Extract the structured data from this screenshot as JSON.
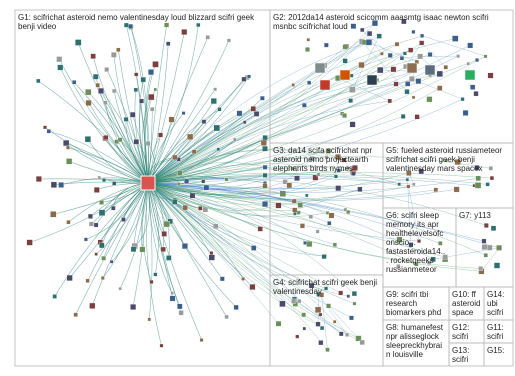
{
  "graph": {
    "edge_color_inter": "#2e8b57",
    "edge_color_intra": "#1f7a6e",
    "edge_color_blue": "#2a74b8",
    "box_border_color": "#b8b8b8",
    "groups": [
      {
        "id": "G1",
        "label": "G1: scifrichat asteroid nemo valentinesday loud blizzard scifri geek benji video",
        "hub_color": "#d9534f"
      },
      {
        "id": "G2",
        "label": "G2: 2012da14 asteroid scicomm aaasmtg isaac newton scifri msnbc scifrichat loud"
      },
      {
        "id": "G3",
        "label": "G3: da14 scifa scifrichat npr asteroid nemo projectearth elephants birds nymes"
      },
      {
        "id": "G4",
        "label": "G4: scifrichat scifri geek benji valentinesday"
      },
      {
        "id": "G5",
        "label": "G5: fueled asteroid russiameteor scifrichat scifri geek benji valentinesday mars spacex"
      },
      {
        "id": "G6",
        "label": "G6: scifri sleep memory its apr healthelevelsofconscio... fastasteroida14... rocketgeeks russianmeteor"
      },
      {
        "id": "G7",
        "label": "G7: y113"
      },
      {
        "id": "G8",
        "label": "G8: humanefest npr alisseglock sleepreckhybrain louisville"
      },
      {
        "id": "G9",
        "label": "G9: scifri tbi research biomarkers phd"
      },
      {
        "id": "G10",
        "label": "G10: ff asteroid space"
      },
      {
        "id": "G11",
        "label": "G11: scifri"
      },
      {
        "id": "G12",
        "label": "G12: scifri"
      },
      {
        "id": "G13",
        "label": "G13: scifri"
      },
      {
        "id": "G14",
        "label": "G14: ubi scifri"
      },
      {
        "id": "G15",
        "label": "G15:"
      }
    ]
  }
}
